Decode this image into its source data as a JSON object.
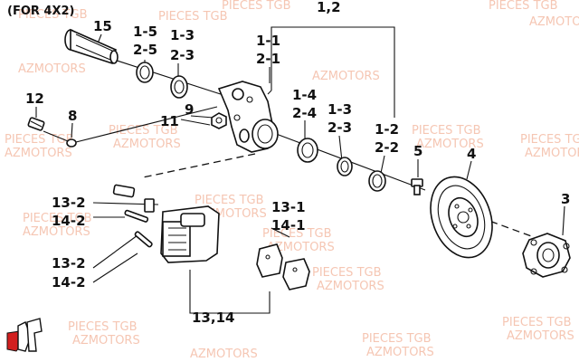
{
  "diagram": {
    "note": "(FOR 4X2)",
    "callouts": {
      "c_1_2": "1,2",
      "c_15": "15",
      "c_1_5": "1-5",
      "c_2_5": "2-5",
      "c_1_3a": "1-3",
      "c_2_3a": "2-3",
      "c_1_1": "1-1",
      "c_2_1": "2-1",
      "c_1_4": "1-4",
      "c_2_4": "2-4",
      "c_1_3b": "1-3",
      "c_2_3b": "2-3",
      "c_1_2b": "1-2",
      "c_2_2": "2-2",
      "c_12": "12",
      "c_8": "8",
      "c_9": "9",
      "c_11": "11",
      "c_5": "5",
      "c_4": "4",
      "c_3": "3",
      "c_13_2a": "13-2",
      "c_14_2a": "14-2",
      "c_13_2b": "13-2",
      "c_14_2b": "14-2",
      "c_13_1": "13-1",
      "c_14_1": "14-1",
      "c_13_14": "13,14"
    },
    "watermark": {
      "line1": "PIECES TGB",
      "line2": "AZMOTORS"
    },
    "colors": {
      "ink": "#111111",
      "watermark": "#f2b39a",
      "logo_red": "#d21f1f"
    }
  }
}
